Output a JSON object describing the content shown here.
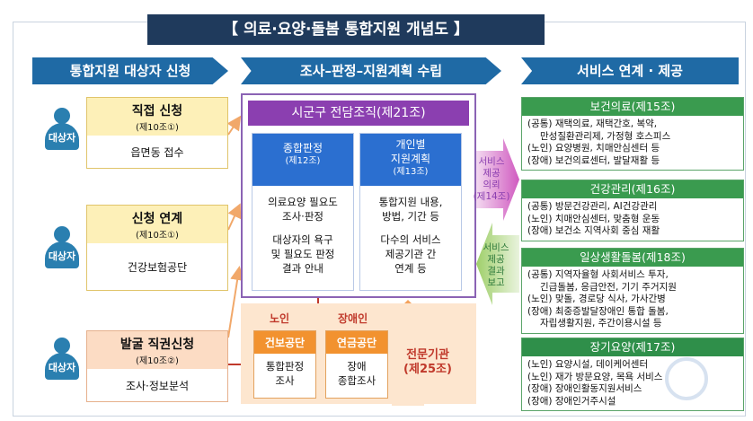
{
  "title": "【 의료·요양·돌봄 통합지원 개념도 】",
  "columns": {
    "left": "통합지원 대상자 신청",
    "middle": "조사–판정–지원계획 수립",
    "right": "서비스 연계 · 제공"
  },
  "person_label": "대상자",
  "applications": [
    {
      "title": "직접 신청",
      "clause": "(제10조①)",
      "body": "읍면동 접수"
    },
    {
      "title": "신청 연계",
      "clause": "(제10조①)",
      "body": "건강보험공단"
    },
    {
      "title": "발굴 직권신청",
      "clause": "(제10조②)",
      "body": "조사·정보분석"
    }
  ],
  "middle": {
    "header": "시군구 전담조직(제21조)",
    "card1": {
      "title": "종합판정",
      "clause": "(제12조)",
      "lines": [
        "의료요양 필요도",
        "조사·판정",
        "대상자의 욕구",
        "및 필요도 판정",
        "결과 안내"
      ]
    },
    "card2": {
      "title1": "개인별",
      "title2": "지원계획",
      "clause": "(제13조)",
      "lines": [
        "통합지원 내용,",
        "방법, 기간 등",
        "다수의 서비스",
        "제공기관 간",
        "연계 등"
      ]
    },
    "elder_label": "노인",
    "disabled_label": "장애인",
    "agency1": {
      "title": "건보공단",
      "lines": [
        "통합판정",
        "조사"
      ]
    },
    "agency2": {
      "title": "연금공단",
      "lines": [
        "장애",
        "종합조사"
      ]
    },
    "expert": [
      "전문기관",
      "(제25조)"
    ],
    "council": [
      "서비스",
      "제공",
      "의뢰",
      "(제14조)"
    ],
    "result": [
      "서비스",
      "제공",
      "결과",
      "보고"
    ]
  },
  "services": [
    {
      "title": "보건의료(제15조)",
      "items": [
        "(공통) 재택의료, 재택간호, 복약,",
        "만성질환관리제, 가정형 호스피스",
        "(노인) 요양병원, 치매안심센터 등",
        "(장애) 보건의료센터, 발달재활 등"
      ]
    },
    {
      "title": "건강관리(제16조)",
      "items": [
        "(공통) 방문건강관리, AI건강관리",
        "(노인) 치매안심센터, 맞춤형 운동",
        "(장애) 보건소 지역사회 중심 재활"
      ]
    },
    {
      "title": "일상생활돌봄(제18조)",
      "items": [
        "(공통) 지역자율형 사회서비스 투자,",
        "긴급돌봄, 응급안전, 기기 주거지원",
        "(노인) 맞돌, 경로당 식사, 가사간병",
        "(장애) 최중증발달장애인 통합 돌봄,",
        "자립생활지원, 주간이용시설 등"
      ]
    },
    {
      "title": "장기요양(제17조)",
      "items": [
        "(노인) 요양시설, 데이케어센터",
        "(노인) 재가 방문요양, 목욕 서비스",
        "(장애) 장애인활동지원서비스",
        "(장애) 장애인거주시설"
      ]
    }
  ],
  "colors": {
    "title_bg": "#1f3a5c",
    "column_header": "#1f6aa5",
    "purple": "#8b3fb0",
    "blue_card": "#2b6fd0",
    "orange": "#f2922f",
    "green": "#3a9b4f"
  }
}
